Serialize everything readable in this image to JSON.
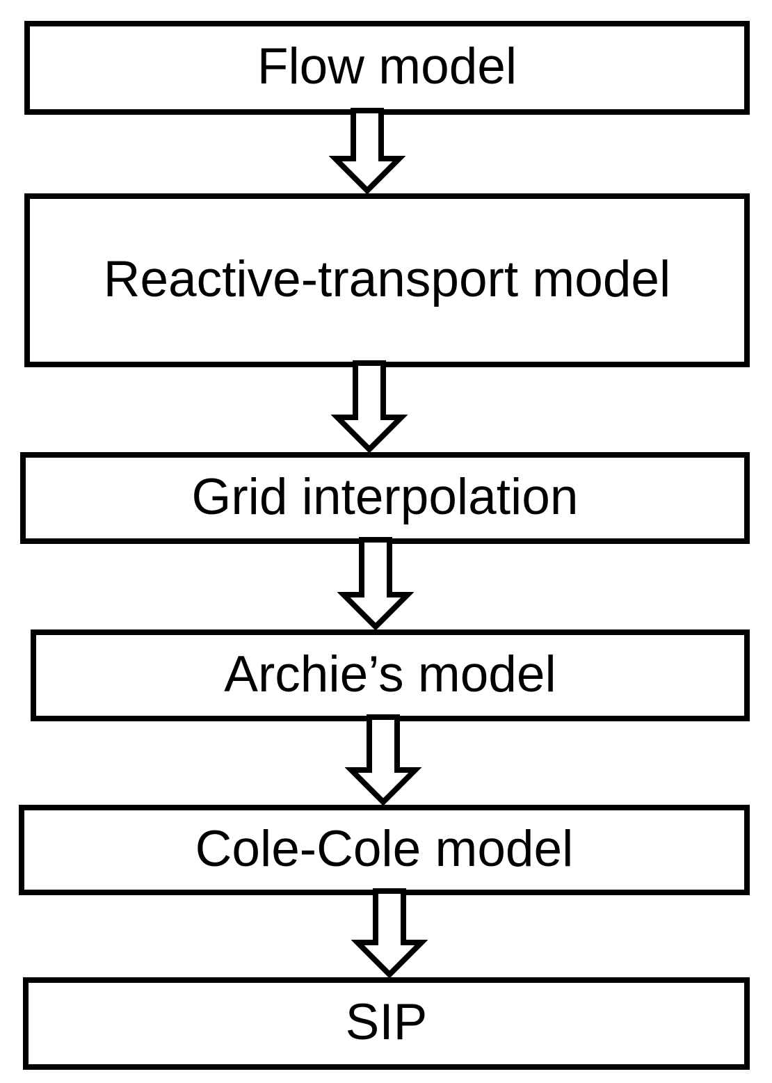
{
  "diagram": {
    "type": "flowchart",
    "direction": "top-to-bottom",
    "background_color": "#ffffff",
    "box_border_color": "#000000",
    "box_fill_color": "#ffffff",
    "text_color": "#000000",
    "nodes": [
      {
        "id": "flow-model",
        "label": "Flow model"
      },
      {
        "id": "reactive-transport-model",
        "label": "Reactive-transport model"
      },
      {
        "id": "grid-interpolation",
        "label": "Grid interpolation"
      },
      {
        "id": "archies-model",
        "label": "Archie’s model"
      },
      {
        "id": "cole-cole-model",
        "label": "Cole-Cole model"
      },
      {
        "id": "sip",
        "label": "SIP"
      }
    ],
    "edges": [
      {
        "from": "flow-model",
        "to": "reactive-transport-model",
        "icon": "block-arrow-down-icon"
      },
      {
        "from": "reactive-transport-model",
        "to": "grid-interpolation",
        "icon": "block-arrow-down-icon"
      },
      {
        "from": "grid-interpolation",
        "to": "archies-model",
        "icon": "block-arrow-down-icon"
      },
      {
        "from": "archies-model",
        "to": "cole-cole-model",
        "icon": "block-arrow-down-icon"
      },
      {
        "from": "cole-cole-model",
        "to": "sip",
        "icon": "block-arrow-down-icon"
      }
    ]
  }
}
